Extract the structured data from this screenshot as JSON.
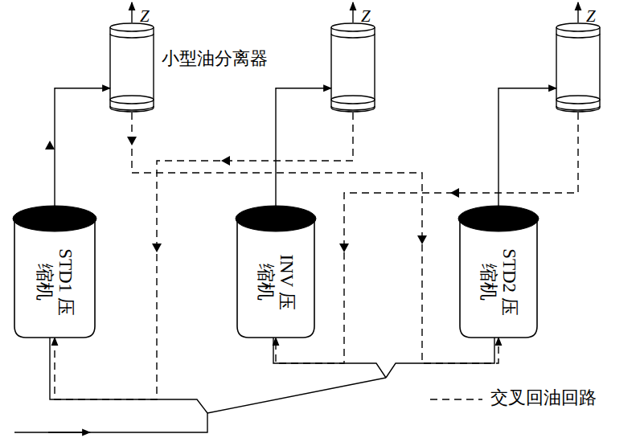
{
  "diagram": {
    "nodes": [
      {
        "text": [
          "小型油分离器"
        ]
      },
      {
        "text": []
      },
      {
        "text": []
      },
      {
        "text": [
          "STD1 压缩机"
        ]
      },
      {
        "text": [
          "INV 压缩机"
        ]
      },
      {
        "text": [
          "STD2 压缩机"
        ]
      }
    ],
    "edges": [
      {
        "from": 3,
        "to": 0,
        "arrow": "to"
      },
      {
        "from": 4,
        "to": 1,
        "arrow": "to"
      },
      {
        "from": 5,
        "to": 2,
        "arrow": "to"
      },
      {
        "from": 0,
        "to": 5,
        "arrow": "to"
      },
      {
        "from": 1,
        "to": 3,
        "arrow": "to"
      },
      {
        "from": 2,
        "to": 4,
        "arrow": "to"
      }
    ],
    "labels": [
      "Z",
      "Z",
      "Z"
    ],
    "legend": [
      {
        "text": "交叉回油回路"
      }
    ]
  }
}
